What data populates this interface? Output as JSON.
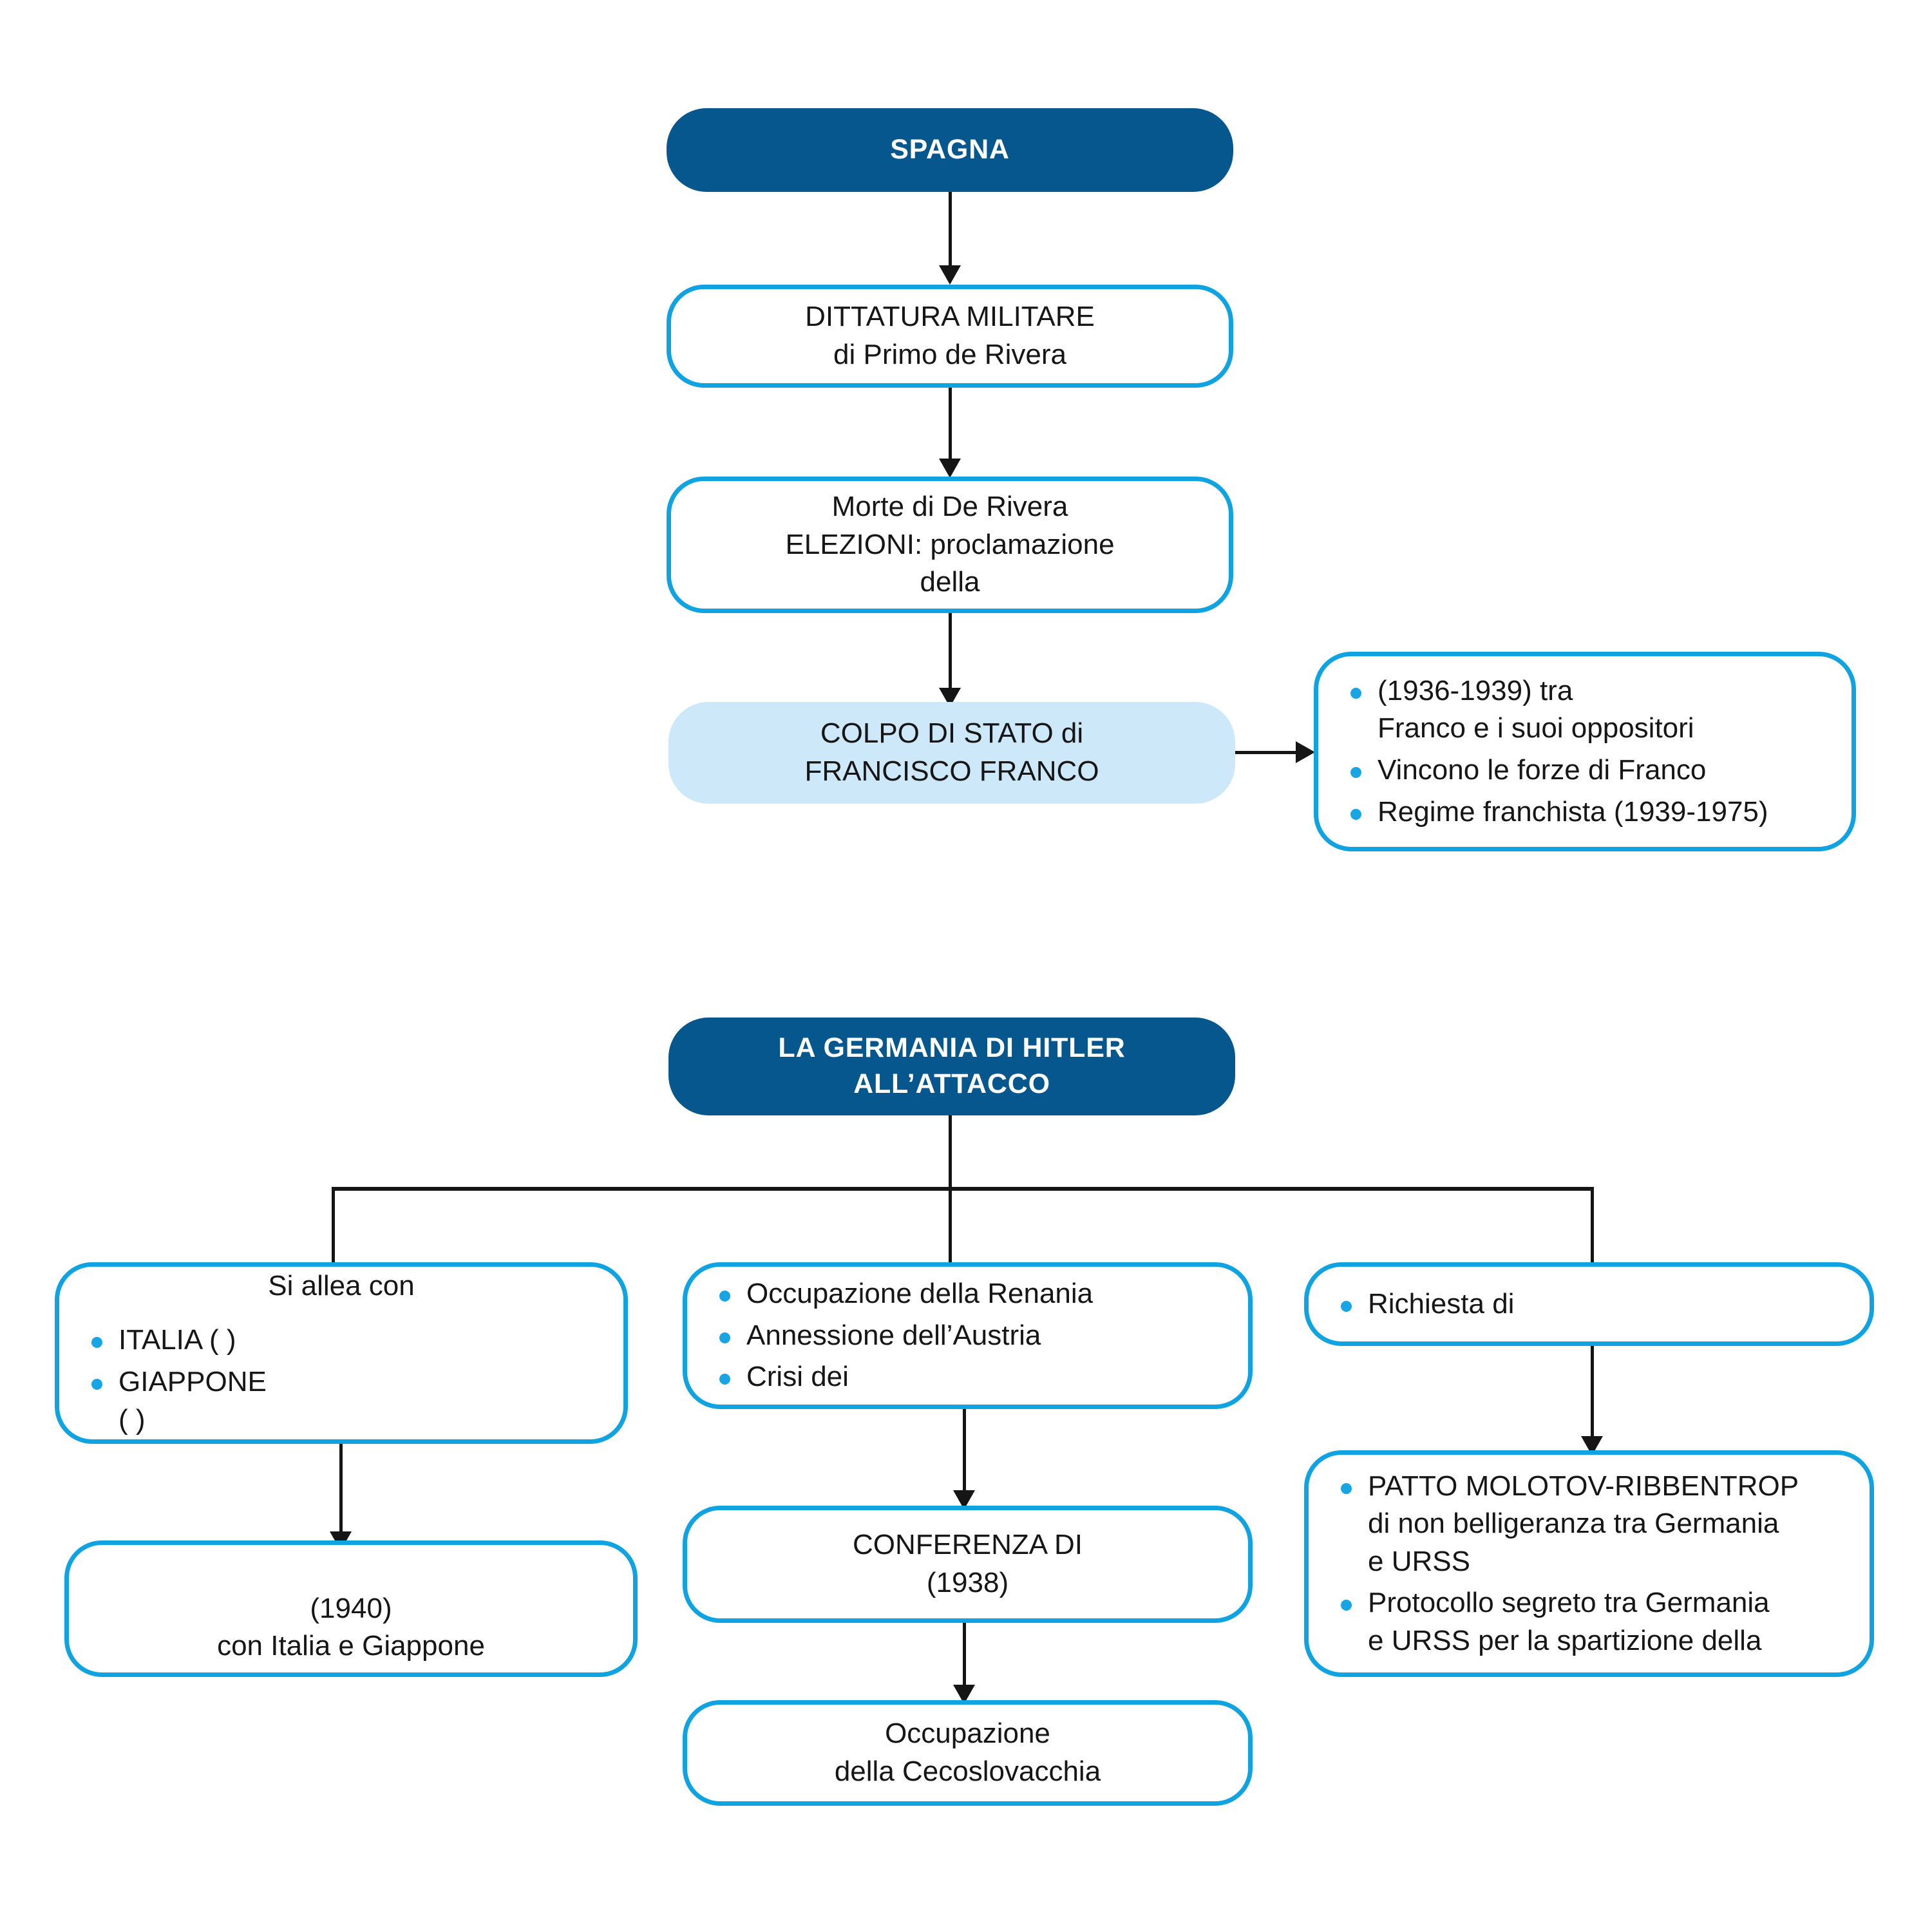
{
  "accent": {
    "header_navy": "#05578E",
    "outline_blue": "#10A3E2",
    "fill_light_blue": "#CCE8F9",
    "bullet_blue": "#18A5E3",
    "connector_black": "#151515",
    "text_black": "#161616",
    "header_text": "#FFFFFF"
  },
  "section_spain": {
    "header": "SPAGNA",
    "dittatura": "DITTATURA MILITARE\ndi Primo de Rivera",
    "morte": "Morte di De Rivera\nELEZIONI: proclamazione\ndella",
    "colpo": "COLPO DI STATO di\nFRANCISCO FRANCO",
    "franco_bullets": [
      "                         (1936-1939) tra\nFranco e i suoi oppositori",
      "Vincono le forze di Franco",
      "Regime franchista (1939-1975)"
    ]
  },
  "section_germany": {
    "header": "LA GERMANIA DI HITLER\nALL’ATTACCO",
    "left_branch": {
      "intro": "Si allea con",
      "bullets": [
        "ITALIA (                                   )",
        "GIAPPONE\n(                                )"
      ],
      "child": "\n(1940)\ncon Italia e Giappone"
    },
    "middle_branch": {
      "bullets": [
        "Occupazione della Renania",
        "Annessione dell’Austria",
        "Crisi dei"
      ],
      "child_conference": "CONFERENZA DI\n(1938)",
      "child_occupation": "Occupazione\ndella Cecoslovacchia"
    },
    "right_branch": {
      "bullets": [
        "Richiesta di"
      ],
      "child_bullets": [
        "PATTO MOLOTOV-RIBBENTROP\ndi non belligeranza tra Germania\ne URSS",
        "Protocollo segreto tra Germania\ne URSS per la spartizione della"
      ]
    }
  }
}
